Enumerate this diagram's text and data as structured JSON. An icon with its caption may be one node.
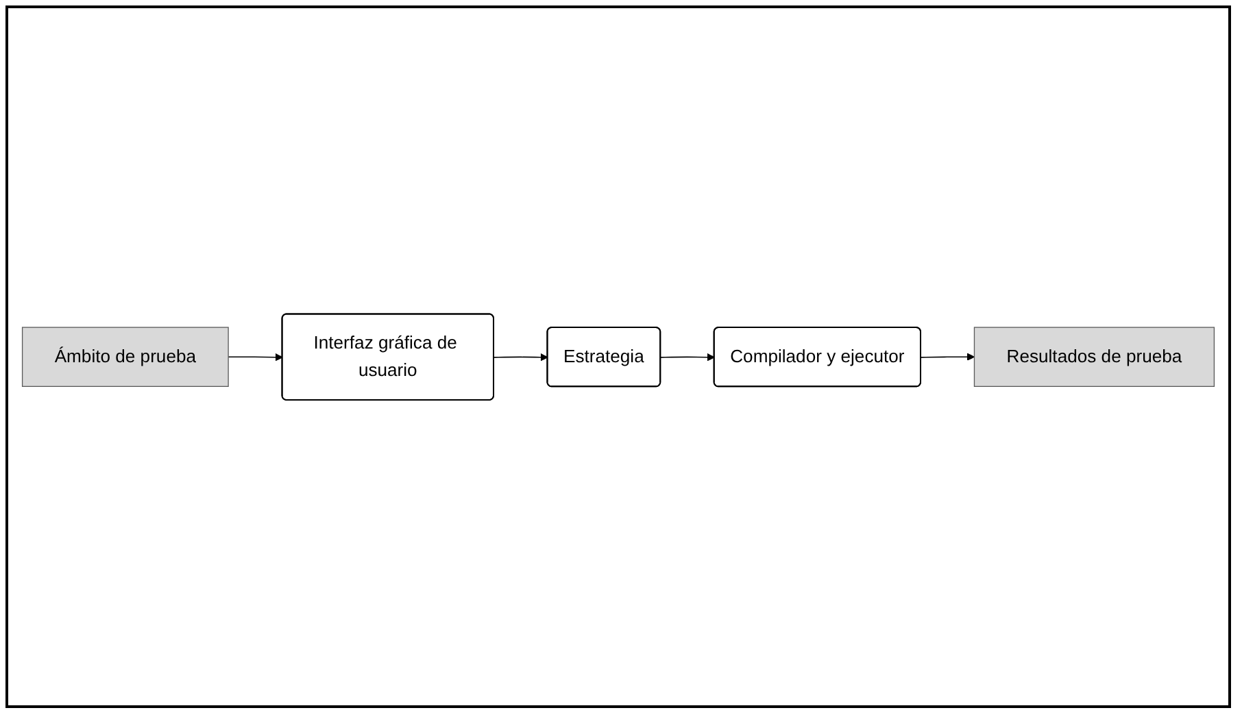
{
  "diagram": {
    "nodes": [
      {
        "text": [
          "Interfaz gráfica de usuario"
        ]
      },
      {
        "text": [
          "Ámbito de prueba"
        ]
      },
      {
        "text": [
          "Estrategia"
        ]
      },
      {
        "text": [
          "Compilador y ejecutor"
        ]
      },
      {
        "text": [
          "Resultados de prueba"
        ]
      }
    ],
    "edges": [
      {
        "from": 1,
        "to": 0,
        "arrow": "to"
      },
      {
        "from": 0,
        "to": 2,
        "arrow": "to"
      },
      {
        "from": 2,
        "to": 3,
        "arrow": "to"
      },
      {
        "from": 3,
        "to": 4,
        "arrow": "to"
      }
    ]
  }
}
